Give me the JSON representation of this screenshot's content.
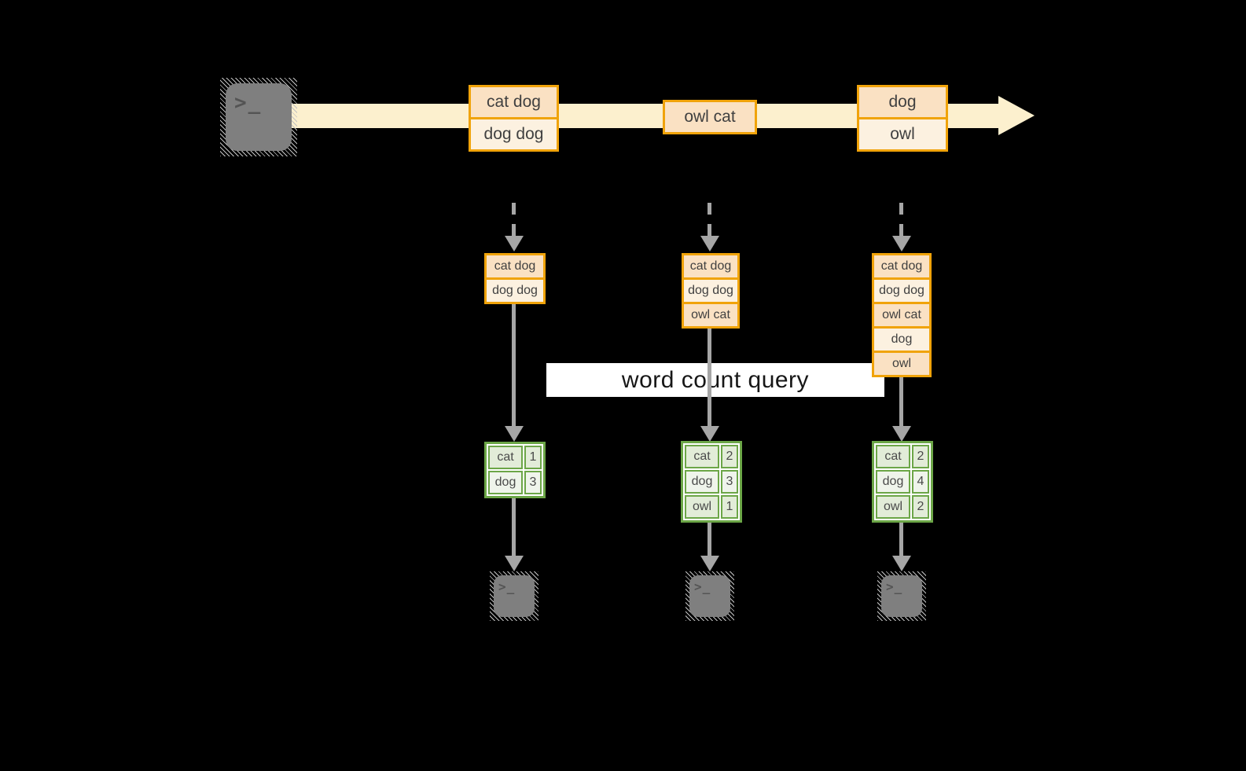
{
  "diagram": {
    "query_label": "word count query",
    "icons": {
      "terminal_glyph": ">_"
    },
    "colors": {
      "background": "#000000",
      "stream_band": "#FCF0CE",
      "orange_border": "#F0A30A",
      "cell_peach": "#FAE1C3",
      "cell_cream": "#FCF1E0",
      "green_border": "#6CA647",
      "green_cell_light": "#E2ECD8",
      "green_cell_lighter": "#EFF4EB",
      "arrow_gray": "#A6A6A6",
      "terminal_gray": "#7F7F7F",
      "label_band": "#FFFFFF"
    },
    "stream_batches": [
      {
        "lines": [
          "cat dog",
          "dog dog"
        ]
      },
      {
        "lines": [
          "owl cat"
        ]
      },
      {
        "lines": [
          "dog",
          "owl"
        ]
      }
    ],
    "accumulated_inputs": [
      {
        "lines": [
          "cat dog",
          "dog dog"
        ]
      },
      {
        "lines": [
          "cat dog",
          "dog dog",
          "owl cat"
        ]
      },
      {
        "lines": [
          "cat dog",
          "dog dog",
          "owl cat",
          "dog",
          "owl"
        ]
      }
    ],
    "word_counts": [
      {
        "rows": [
          {
            "word": "cat",
            "count": "1"
          },
          {
            "word": "dog",
            "count": "3"
          }
        ]
      },
      {
        "rows": [
          {
            "word": "cat",
            "count": "2"
          },
          {
            "word": "dog",
            "count": "3"
          },
          {
            "word": "owl",
            "count": "1"
          }
        ]
      },
      {
        "rows": [
          {
            "word": "cat",
            "count": "2"
          },
          {
            "word": "dog",
            "count": "4"
          },
          {
            "word": "owl",
            "count": "2"
          }
        ]
      }
    ]
  }
}
